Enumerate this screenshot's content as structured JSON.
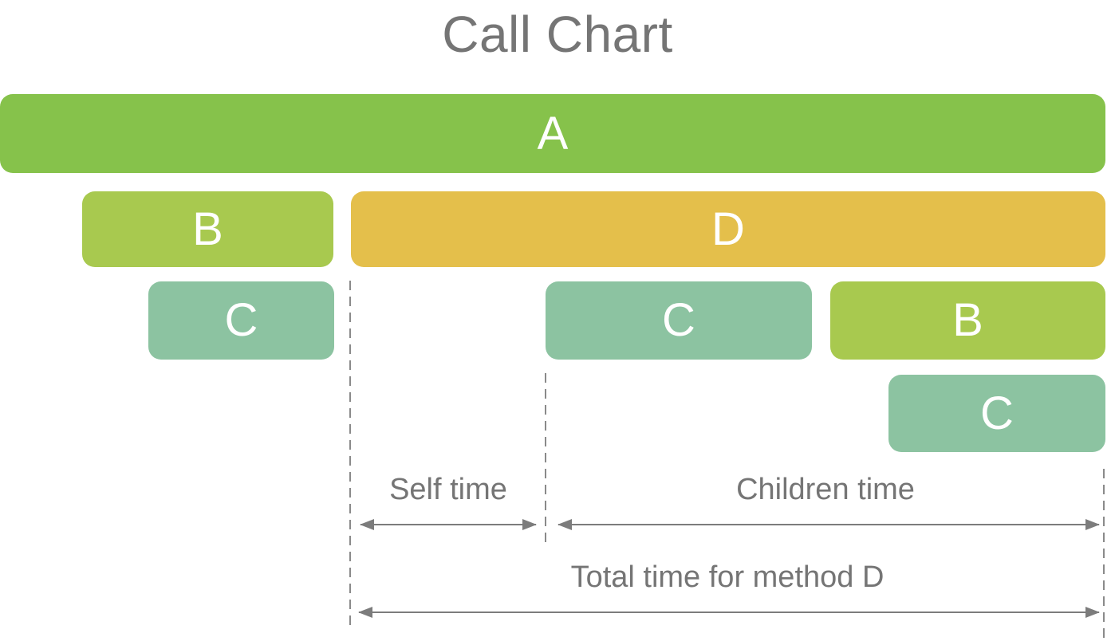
{
  "title": "Call Chart",
  "bars": [
    {
      "label": "A",
      "color": "#86C24B"
    },
    {
      "label": "B",
      "color": "#A8C94F"
    },
    {
      "label": "D",
      "color": "#E4BF4B"
    },
    {
      "label": "C",
      "color": "#8CC3A1"
    },
    {
      "label": "C",
      "color": "#8CC3A1"
    },
    {
      "label": "B",
      "color": "#A8C94F"
    },
    {
      "label": "C",
      "color": "#8CC3A1"
    }
  ],
  "annotations": {
    "self_time_label": "Self time",
    "children_time_label": "Children time",
    "total_time_label": "Total time for method D"
  },
  "colors": {
    "label_gray": "#757575",
    "arrow_gray": "#7C7C7C",
    "dash_gray": "#8A8A8A",
    "bar_green": "#86C24B",
    "bar_lime": "#A8C94F",
    "bar_amber": "#E4BF4B",
    "bar_sage": "#8CC3A1"
  }
}
